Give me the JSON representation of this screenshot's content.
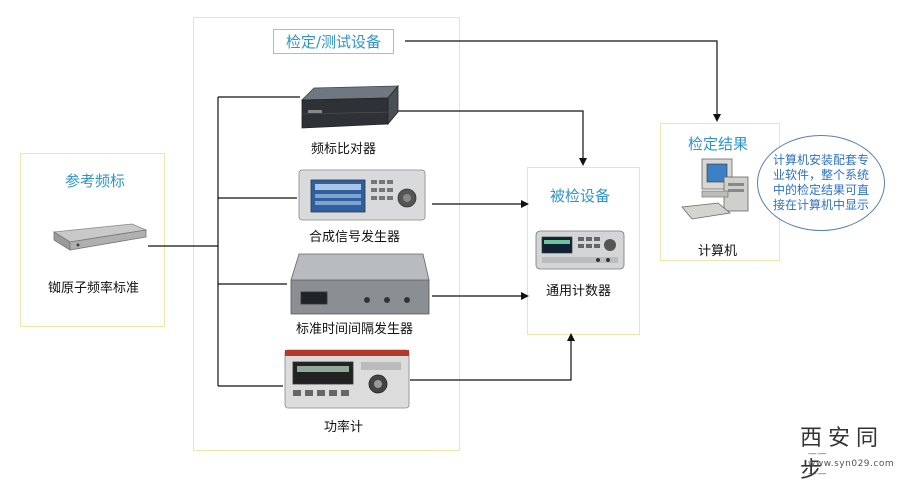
{
  "groups": {
    "reference_title": "参考频标",
    "verification_title": "检定/测试设备",
    "dut_title": "被检设备",
    "result_title": "检定结果"
  },
  "devices": {
    "rubidium": "铷原子频率标准",
    "freq_comparator": "频标比对器",
    "synth_generator": "合成信号发生器",
    "time_interval_gen": "标准时间间隔发生器",
    "power_meter": "功率计",
    "counter": "通用计数器",
    "computer": "计算机"
  },
  "callout_text": "计算机安装配套专业软件，整个系统中的检定结果可直接在计算机中显示",
  "watermark": {
    "main": "西安同步",
    "sub": "——www.syn029.com——"
  },
  "colors": {
    "box_border": "#f0e4a8",
    "title_text": "#2f95c7",
    "callout_border": "#5a7fb0",
    "callout_text": "#2f72c0",
    "wire": "#111111"
  }
}
